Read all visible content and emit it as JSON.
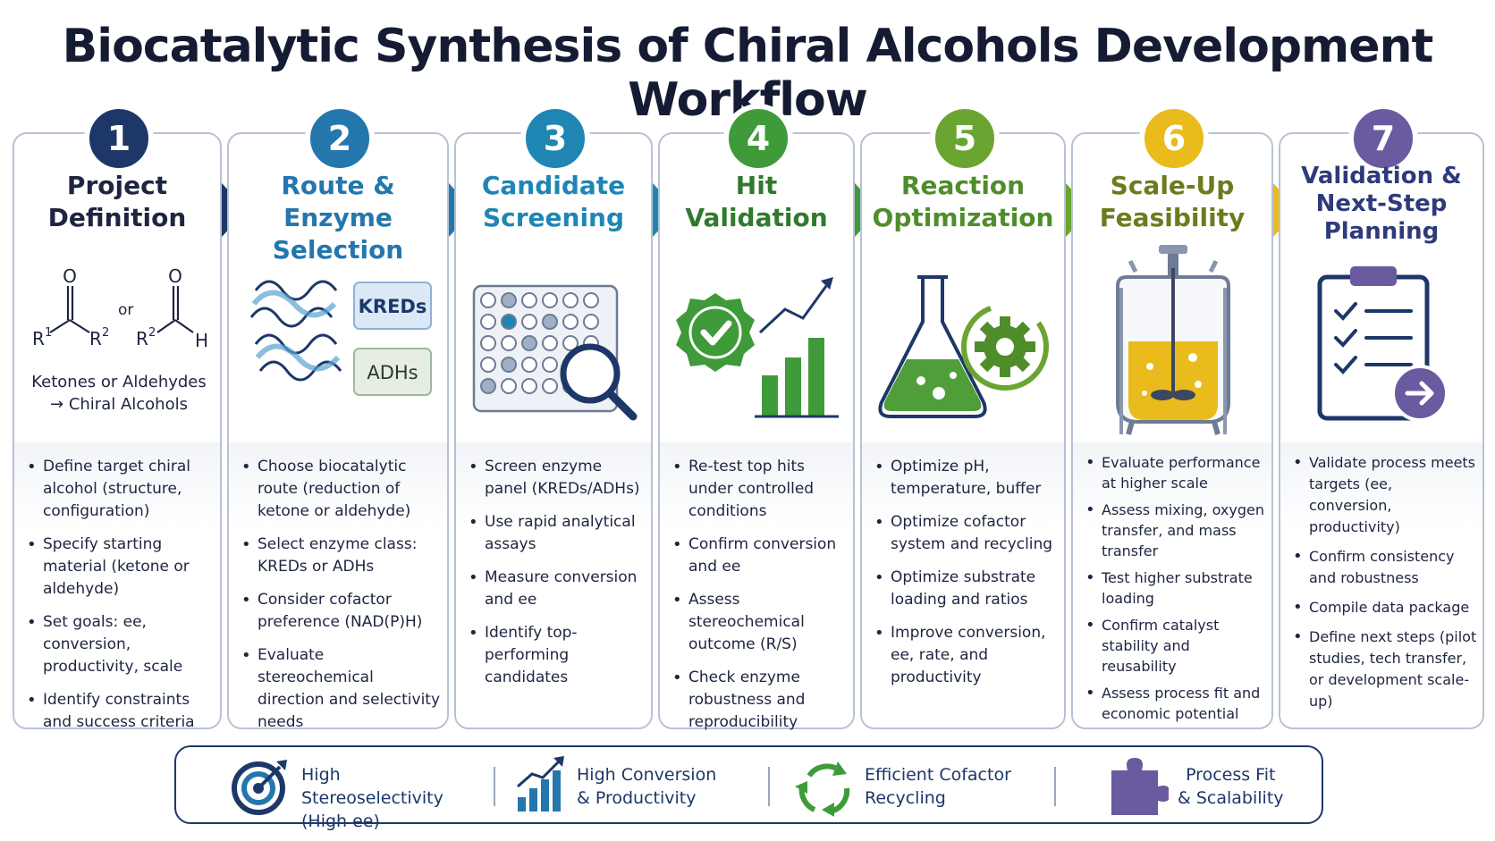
{
  "title": "Biocatalytic Synthesis of Chiral Alcohols Development Workflow",
  "colors": {
    "navy": "#1d3768",
    "blue": "#2377ad",
    "teal": "#1f86b3",
    "green": "#3f9a3a",
    "lime": "#6aa532",
    "yellow": "#e9bb1c",
    "purple": "#6a5aa0"
  },
  "steps": [
    {
      "number": "1",
      "heading_lines": [
        "Project",
        "Definition"
      ],
      "chem": {
        "o1": "O",
        "r1": "R",
        "sup1": "1",
        "r2": "R",
        "sup2": "2",
        "or": "or",
        "o2": "O",
        "r3": "R",
        "sup3": "2",
        "h": "H"
      },
      "caption_lines": [
        "Ketones or Aldehydes",
        "→ Chiral Alcohols"
      ],
      "bullets": [
        "Define target chiral alcohol (structure, configuration)",
        "Specify starting material (ketone or aldehyde)",
        "Set goals: ee, conversion, productivity, scale",
        "Identify constraints and success criteria"
      ]
    },
    {
      "number": "2",
      "heading_lines": [
        "Route & Enzyme",
        "Selection"
      ],
      "labels": [
        "KREDs",
        "ADHs"
      ],
      "bullets": [
        "Choose biocatalytic route (reduction of ketone or aldehyde)",
        "Select enzyme class: KREDs or ADHs",
        "Consider cofactor preference (NAD(P)H)",
        "Evaluate stereochemical direction and selectivity needs"
      ]
    },
    {
      "number": "3",
      "heading_lines": [
        "Candidate",
        "Screening"
      ],
      "bullets": [
        "Screen enzyme panel (KREDs/ADHs)",
        "Use rapid analytical assays",
        "Measure conversion and ee",
        "Identify top-performing candidates"
      ]
    },
    {
      "number": "4",
      "heading_lines": [
        "Hit",
        "Validation"
      ],
      "bullets": [
        "Re-test top hits under controlled conditions",
        "Confirm conversion and ee",
        "Assess stereochemical outcome (R/S)",
        "Check enzyme robustness and reproducibility"
      ]
    },
    {
      "number": "5",
      "heading_lines": [
        "Reaction",
        "Optimization"
      ],
      "bullets": [
        "Optimize pH, temperature, buffer",
        "Optimize cofactor system and recycling",
        "Optimize substrate loading and ratios",
        "Improve conversion, ee, rate, and productivity"
      ]
    },
    {
      "number": "6",
      "heading_lines": [
        "Scale-Up",
        "Feasibility"
      ],
      "bullets": [
        "Evaluate performance at higher scale",
        "Assess mixing, oxygen transfer, and mass transfer",
        "Test higher substrate loading",
        "Confirm catalyst stability and reusability",
        "Assess process fit and economic potential"
      ]
    },
    {
      "number": "7",
      "heading_lines": [
        "Validation &",
        "Next-Step",
        "Planning"
      ],
      "bullets": [
        "Validate process meets targets (ee, conversion, productivity)",
        "Confirm consistency and robustness",
        "Compile data package",
        "Define next steps (pilot studies, tech transfer, or development scale-up)"
      ]
    }
  ],
  "footer": [
    {
      "icon": "target-icon",
      "lines": [
        "High Stereoselectivity",
        "(High ee)"
      ]
    },
    {
      "icon": "bar-chart-icon",
      "lines": [
        "High Conversion",
        "& Productivity"
      ]
    },
    {
      "icon": "recycle-icon",
      "lines": [
        "Efficient Cofactor",
        "Recycling"
      ]
    },
    {
      "icon": "puzzle-icon",
      "lines": [
        "Process Fit",
        "& Scalability"
      ]
    }
  ]
}
